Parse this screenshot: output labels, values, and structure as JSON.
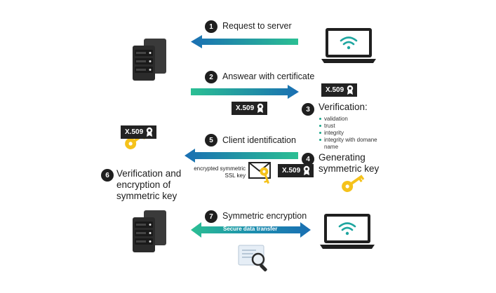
{
  "steps": [
    {
      "num": "1",
      "label": "Request to server"
    },
    {
      "num": "2",
      "label": "Answear with certificate"
    },
    {
      "num": "3",
      "label": "Verification:"
    },
    {
      "num": "4",
      "label": "Generating symmetric key"
    },
    {
      "num": "5",
      "label": "Client identification"
    },
    {
      "num": "6",
      "label": "Verification and encryption of symmetric key"
    },
    {
      "num": "7",
      "label": "Symmetric encryption"
    }
  ],
  "verification_items": [
    "validation",
    "trust",
    "integrity",
    "integrity with domane name"
  ],
  "cert_label": "X.509",
  "encrypted_key_note": "encrypted symmetric SSL key",
  "transfer_label": "Secure data transfer",
  "colors": {
    "arrow_green": "#25b795",
    "arrow_blue": "#1a6fb3",
    "key_yellow": "#f5c21b",
    "server_dark": "#2b2b2b",
    "wifi_teal": "#1fa6a0"
  },
  "icons": [
    "server-icon",
    "laptop-icon",
    "wifi-icon",
    "certificate-icon",
    "key-icon",
    "envelope-icon",
    "magnifier-icon",
    "document-icon"
  ]
}
